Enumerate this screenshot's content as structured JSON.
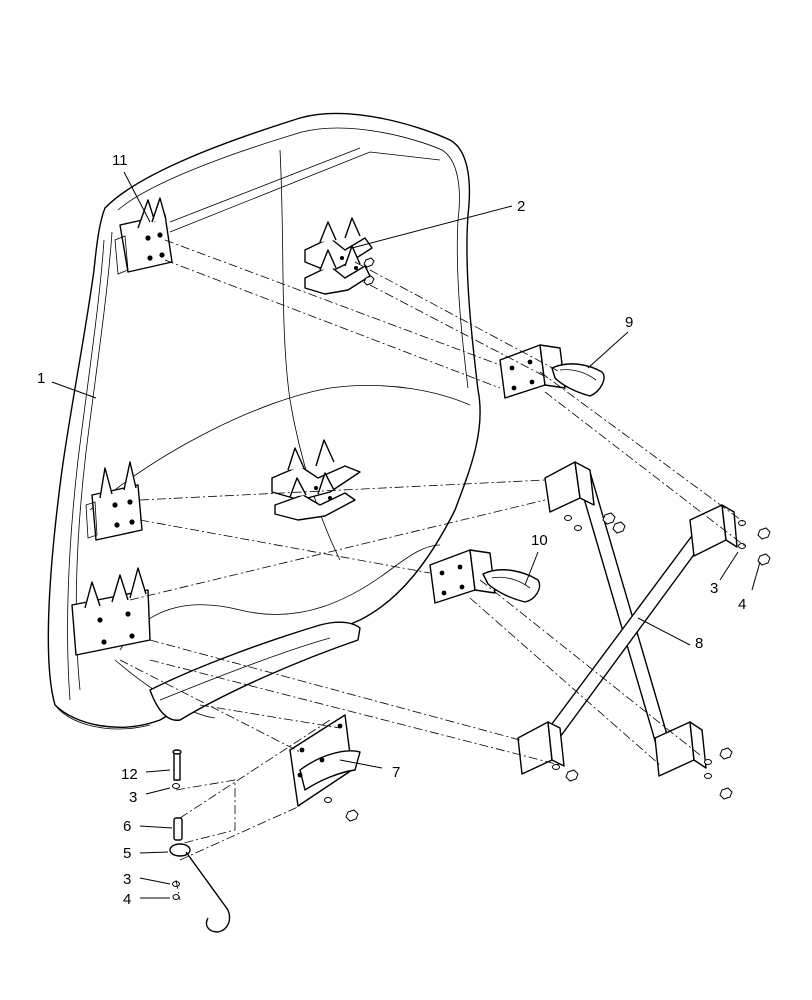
{
  "callouts": [
    {
      "id": "1",
      "text": "1"
    },
    {
      "id": "2",
      "text": "2"
    },
    {
      "id": "3a",
      "text": "3"
    },
    {
      "id": "3b",
      "text": "3"
    },
    {
      "id": "3c",
      "text": "3"
    },
    {
      "id": "4a",
      "text": "4"
    },
    {
      "id": "4b",
      "text": "4"
    },
    {
      "id": "5",
      "text": "5"
    },
    {
      "id": "6",
      "text": "6"
    },
    {
      "id": "7",
      "text": "7"
    },
    {
      "id": "8",
      "text": "8"
    },
    {
      "id": "9",
      "text": "9"
    },
    {
      "id": "10",
      "text": "10"
    },
    {
      "id": "11",
      "text": "11"
    },
    {
      "id": "12",
      "text": "12"
    }
  ]
}
